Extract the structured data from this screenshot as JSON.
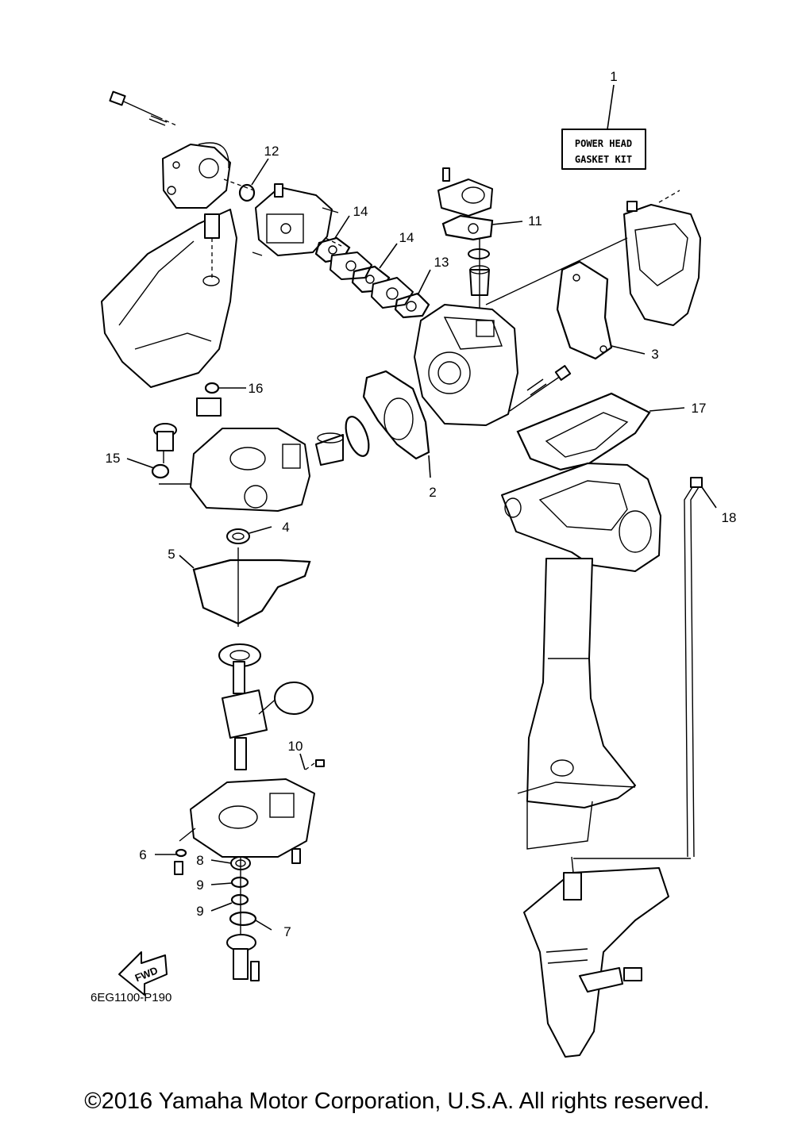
{
  "kit_label": {
    "line1": "POWER HEAD",
    "line2": "GASKET KIT"
  },
  "callouts": [
    {
      "id": "c1",
      "label": "1"
    },
    {
      "id": "c2",
      "label": "2"
    },
    {
      "id": "c3",
      "label": "3"
    },
    {
      "id": "c4",
      "label": "4"
    },
    {
      "id": "c5",
      "label": "5"
    },
    {
      "id": "c6",
      "label": "6"
    },
    {
      "id": "c7",
      "label": "7"
    },
    {
      "id": "c8",
      "label": "8"
    },
    {
      "id": "c9a",
      "label": "9"
    },
    {
      "id": "c9b",
      "label": "9"
    },
    {
      "id": "c10",
      "label": "10"
    },
    {
      "id": "c11",
      "label": "11"
    },
    {
      "id": "c12",
      "label": "12"
    },
    {
      "id": "c13",
      "label": "13"
    },
    {
      "id": "c14a",
      "label": "14"
    },
    {
      "id": "c14b",
      "label": "14"
    },
    {
      "id": "c15",
      "label": "15"
    },
    {
      "id": "c16",
      "label": "16"
    },
    {
      "id": "c17",
      "label": "17"
    },
    {
      "id": "c18",
      "label": "18"
    }
  ],
  "fwd_label": "FWD",
  "diagram_code": "6EG1100-P190",
  "copyright": "©2016 Yamaha Motor Corporation, U.S.A. All rights reserved."
}
